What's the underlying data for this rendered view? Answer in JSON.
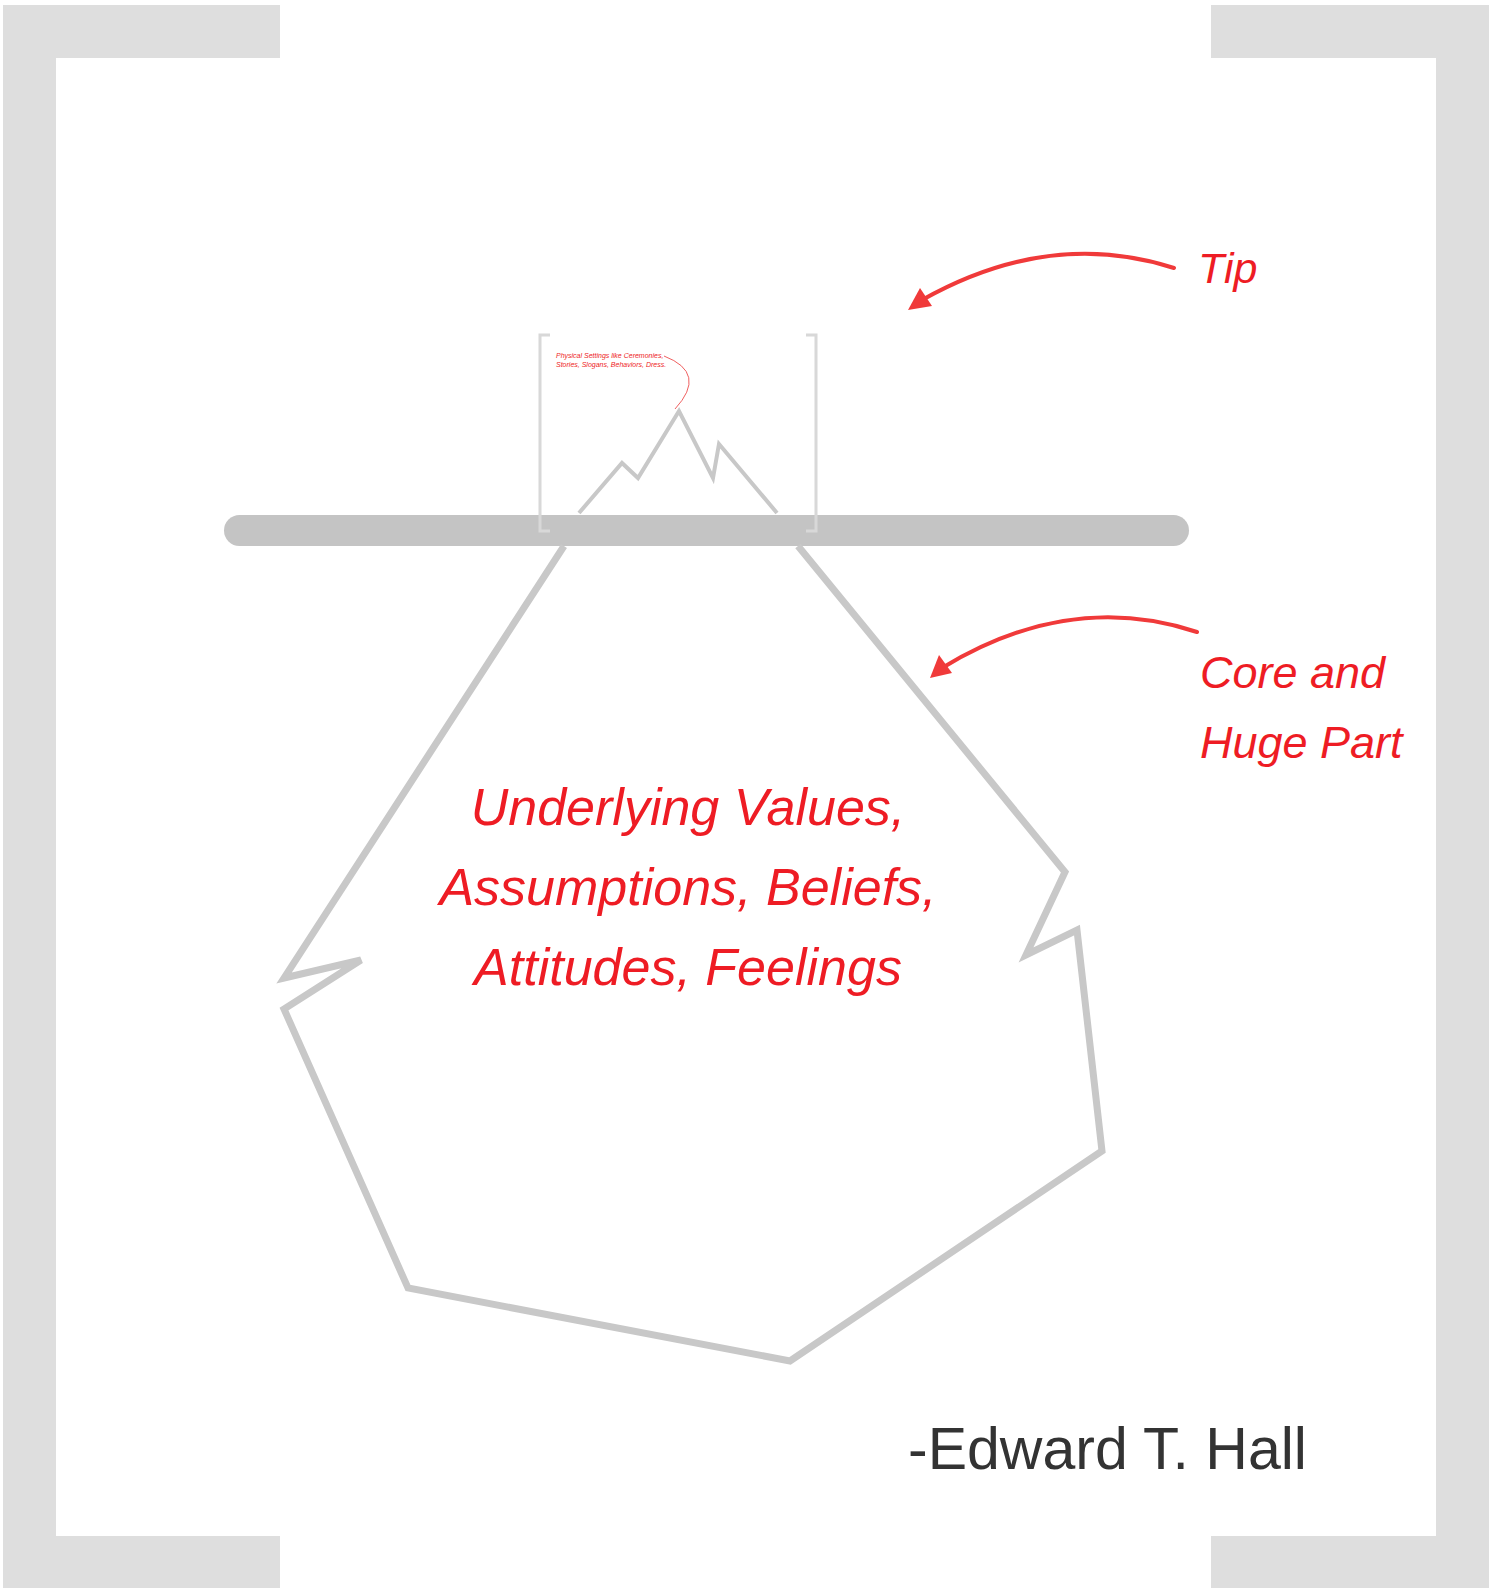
{
  "diagram": {
    "nodes": [
      {
        "text": [
          "Physical Settings like Ceremonies, Stories, Slogans, Behaviors, Dress."
        ]
      },
      {
        "text": [
          "Underlying Values, Assumptions, Beliefs, Attitudes, Feelings"
        ]
      }
    ],
    "labels": [
      "Tip",
      "Core and Huge Part",
      "-Edward T. Hall"
    ]
  }
}
